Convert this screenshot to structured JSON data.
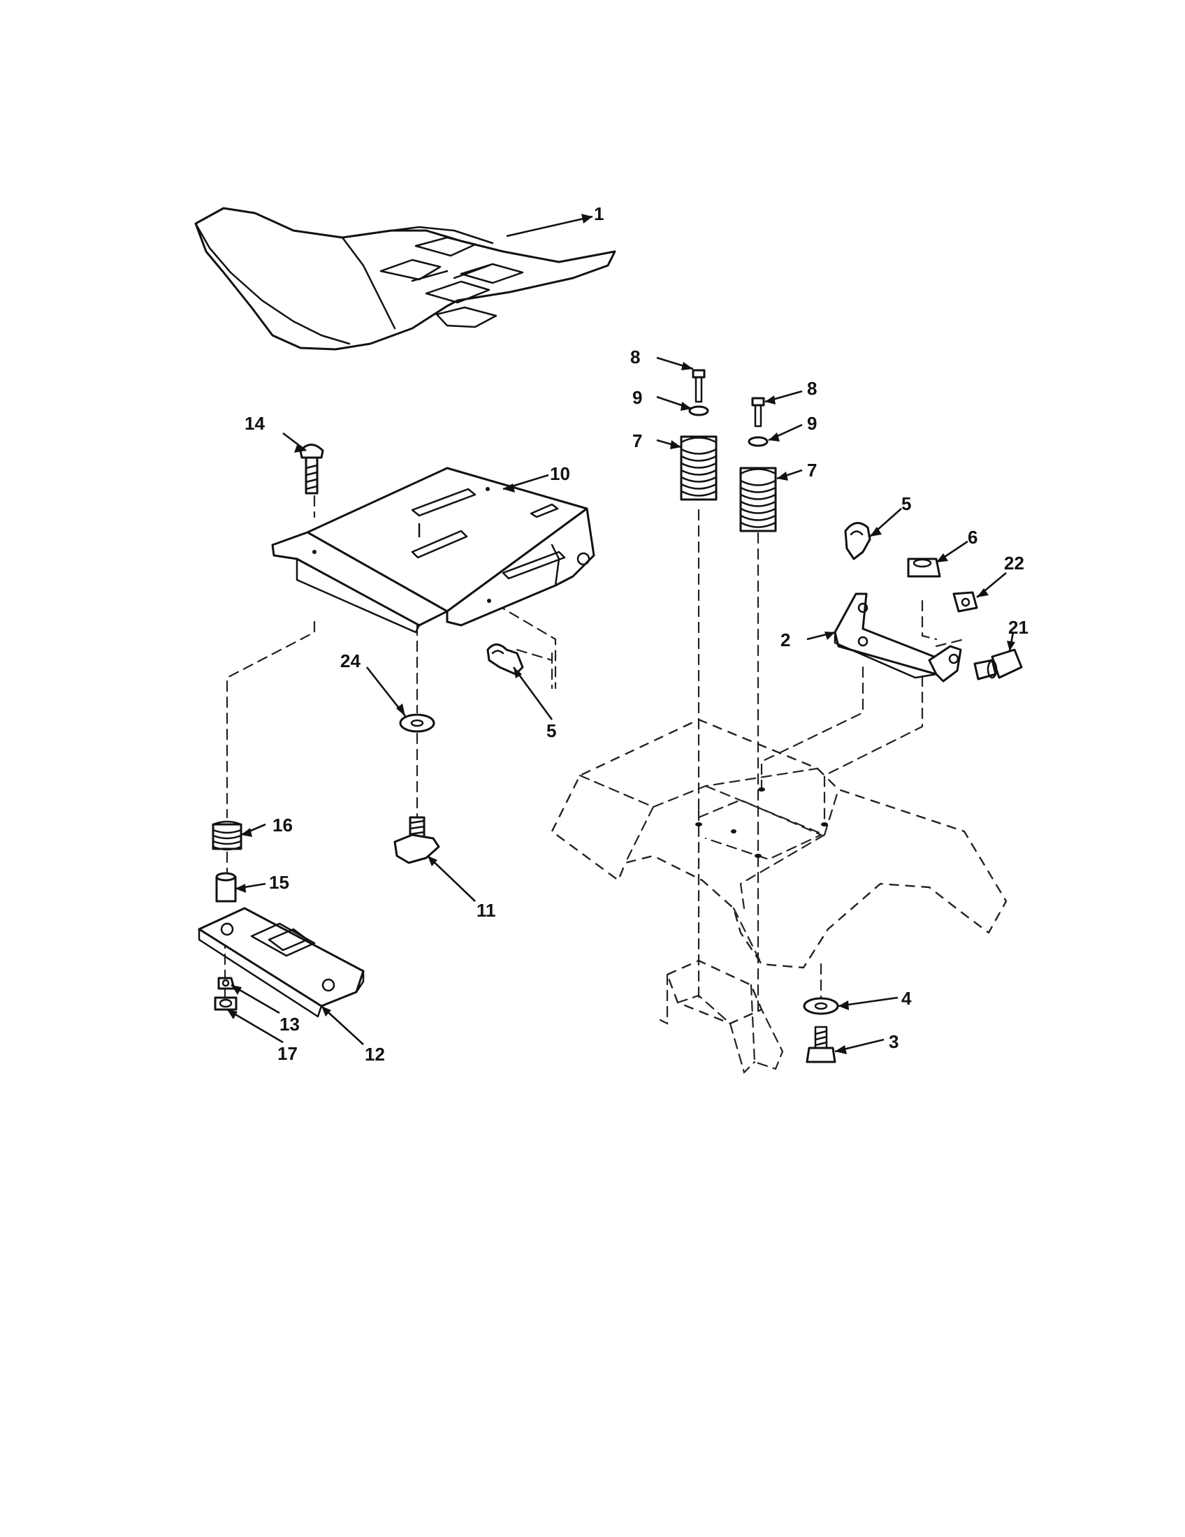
{
  "callouts": {
    "c1": "1",
    "c2": "2",
    "c3": "3",
    "c4": "4",
    "c5a": "5",
    "c5b": "5",
    "c6": "6",
    "c7a": "7",
    "c7b": "7",
    "c8a": "8",
    "c8b": "8",
    "c9a": "9",
    "c9b": "9",
    "c10": "10",
    "c11": "11",
    "c12": "12",
    "c13": "13",
    "c14": "14",
    "c15": "15",
    "c16": "16",
    "c17": "17",
    "c21": "21",
    "c22": "22",
    "c24": "24"
  }
}
